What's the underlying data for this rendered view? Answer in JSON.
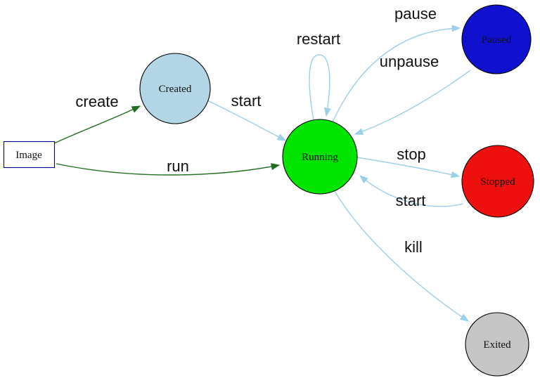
{
  "diagram": {
    "nodes": {
      "image": {
        "label": "Image",
        "fill": "#ffffff",
        "stroke": "#00008b"
      },
      "created": {
        "label": "Created",
        "fill": "#b3d6e6"
      },
      "running": {
        "label": "Running",
        "fill": "#00e400"
      },
      "paused": {
        "label": "Paused",
        "fill": "#1010cf"
      },
      "stopped": {
        "label": "Stopped",
        "fill": "#ee0f0f"
      },
      "exited": {
        "label": "Exited",
        "fill": "#c6c6c6"
      }
    },
    "edges": {
      "create": {
        "label": "create"
      },
      "run": {
        "label": "run"
      },
      "start_created": {
        "label": "start"
      },
      "restart": {
        "label": "restart"
      },
      "pause": {
        "label": "pause"
      },
      "unpause": {
        "label": "unpause"
      },
      "stop": {
        "label": "stop"
      },
      "start_stopped": {
        "label": "start"
      },
      "kill": {
        "label": "kill"
      }
    },
    "colors": {
      "edge_light_blue": "#9bd0ea",
      "edge_dark_green": "#1f6f1f"
    }
  }
}
